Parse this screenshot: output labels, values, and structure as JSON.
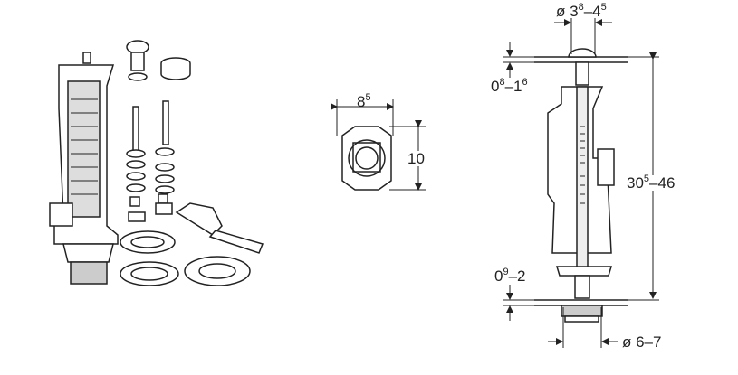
{
  "dimensions": {
    "button_diameter": {
      "prefix": "ø 3",
      "sup1": "8",
      "mid": "–4",
      "sup2": "5"
    },
    "plate_thickness_top": {
      "prefix": "0",
      "sup1": "8",
      "mid": "–1",
      "sup2": "6"
    },
    "nut_width": {
      "prefix": "8",
      "sup1": "5"
    },
    "nut_height": {
      "text": "10"
    },
    "valve_height": {
      "prefix": "30",
      "sup1": "5",
      "mid": "–46"
    },
    "plate_thickness_bottom": {
      "prefix": "0",
      "sup1": "9",
      "mid": "–2"
    },
    "outlet_diameter": {
      "text": "ø 6–7"
    }
  },
  "colors": {
    "line": "#222222",
    "fill": "#ffffff",
    "shade": "#999999"
  }
}
